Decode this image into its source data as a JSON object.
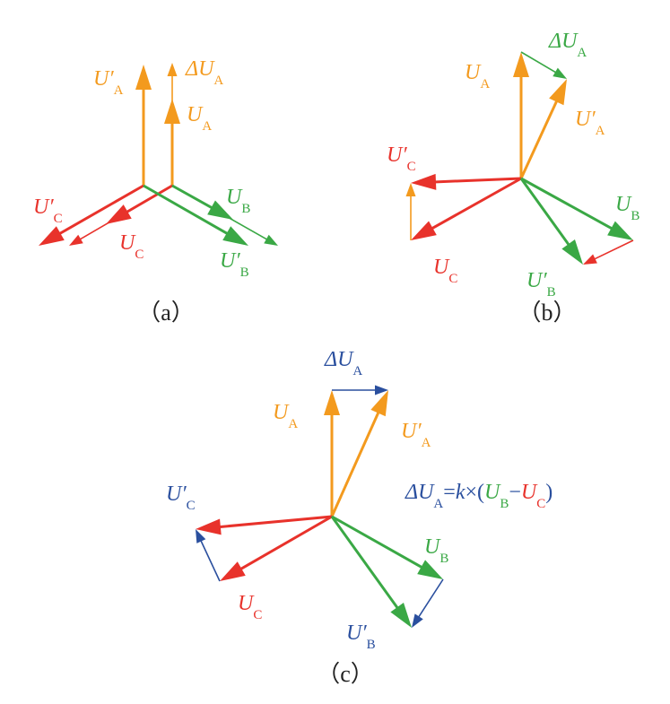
{
  "colors": {
    "orange": "#f39a1e",
    "red": "#e8322b",
    "green": "#3aa845",
    "blue": "#2a4f9e"
  },
  "panels": [
    {
      "caption": "（a）",
      "labels": [
        {
          "sym": "U",
          "prime": "′",
          "sub": "A",
          "color": "orange"
        },
        {
          "sym": "ΔU",
          "prime": "",
          "sub": "A",
          "color": "orange"
        },
        {
          "sym": "U",
          "prime": "",
          "sub": "A",
          "color": "orange"
        },
        {
          "sym": "U",
          "prime": "′",
          "sub": "C",
          "color": "red"
        },
        {
          "sym": "U",
          "prime": "",
          "sub": "C",
          "color": "red"
        },
        {
          "sym": "U",
          "prime": "",
          "sub": "B",
          "color": "green"
        },
        {
          "sym": "U",
          "prime": "′",
          "sub": "B",
          "color": "green"
        }
      ]
    },
    {
      "caption": "（b）",
      "labels": [
        {
          "sym": "ΔU",
          "prime": "",
          "sub": "A",
          "color": "green"
        },
        {
          "sym": "U",
          "prime": "",
          "sub": "A",
          "color": "orange"
        },
        {
          "sym": "U",
          "prime": "′",
          "sub": "A",
          "color": "orange"
        },
        {
          "sym": "U",
          "prime": "′",
          "sub": "C",
          "color": "red"
        },
        {
          "sym": "U",
          "prime": "",
          "sub": "C",
          "color": "red"
        },
        {
          "sym": "U",
          "prime": "",
          "sub": "B",
          "color": "green"
        },
        {
          "sym": "U",
          "prime": "′",
          "sub": "B",
          "color": "green"
        }
      ]
    },
    {
      "caption": "（c）",
      "labels": [
        {
          "sym": "ΔU",
          "prime": "",
          "sub": "A",
          "color": "blue"
        },
        {
          "sym": "U",
          "prime": "",
          "sub": "A",
          "color": "orange"
        },
        {
          "sym": "U",
          "prime": "′",
          "sub": "A",
          "color": "orange"
        },
        {
          "sym": "U",
          "prime": "′",
          "sub": "C",
          "color": "blue"
        },
        {
          "sym": "U",
          "prime": "",
          "sub": "C",
          "color": "red"
        },
        {
          "sym": "U",
          "prime": "",
          "sub": "B",
          "color": "green"
        },
        {
          "sym": "U",
          "prime": "′",
          "sub": "B",
          "color": "blue"
        }
      ],
      "equation": [
        {
          "t": "ΔU",
          "c": "blue",
          "i": true
        },
        {
          "t": "A",
          "c": "blue",
          "s": true
        },
        {
          "t": "=",
          "c": "blue"
        },
        {
          "t": "k",
          "c": "blue",
          "i": true
        },
        {
          "t": "×(",
          "c": "blue"
        },
        {
          "t": "U",
          "c": "green",
          "i": true
        },
        {
          "t": "B",
          "c": "green",
          "s": true
        },
        {
          "t": "−",
          "c": "blue"
        },
        {
          "t": "U",
          "c": "red",
          "i": true
        },
        {
          "t": "C",
          "c": "red",
          "s": true
        },
        {
          "t": ")",
          "c": "blue"
        }
      ]
    }
  ]
}
